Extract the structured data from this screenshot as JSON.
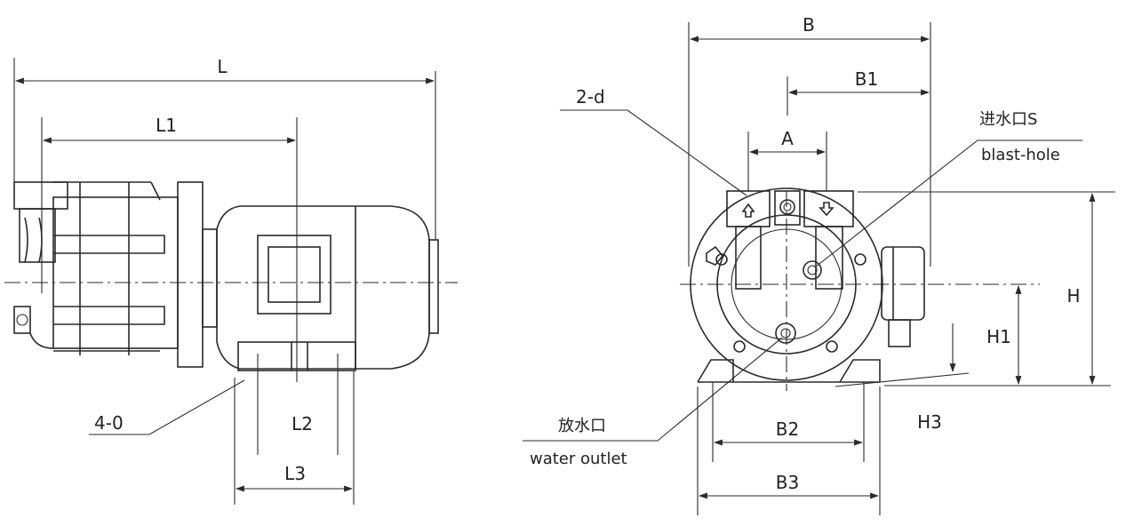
{
  "side_view": {
    "dim_L": "L",
    "dim_L1": "L1",
    "dim_L2": "L2",
    "dim_L3": "L3",
    "callout_holes": "4-0"
  },
  "front_view": {
    "dim_B": "B",
    "dim_B1": "B1",
    "dim_A": "A",
    "dim_B2": "B2",
    "dim_B3": "B3",
    "dim_H": "H",
    "dim_H1": "H1",
    "dim_H3": "H3",
    "callout_2d": "2-d",
    "inlet_cn": "进水口S",
    "inlet_en": "blast-hole",
    "outlet_cn": "放水口",
    "outlet_en": "water outlet"
  },
  "colors": {
    "line": "#2a2a2a",
    "text": "#222222"
  }
}
